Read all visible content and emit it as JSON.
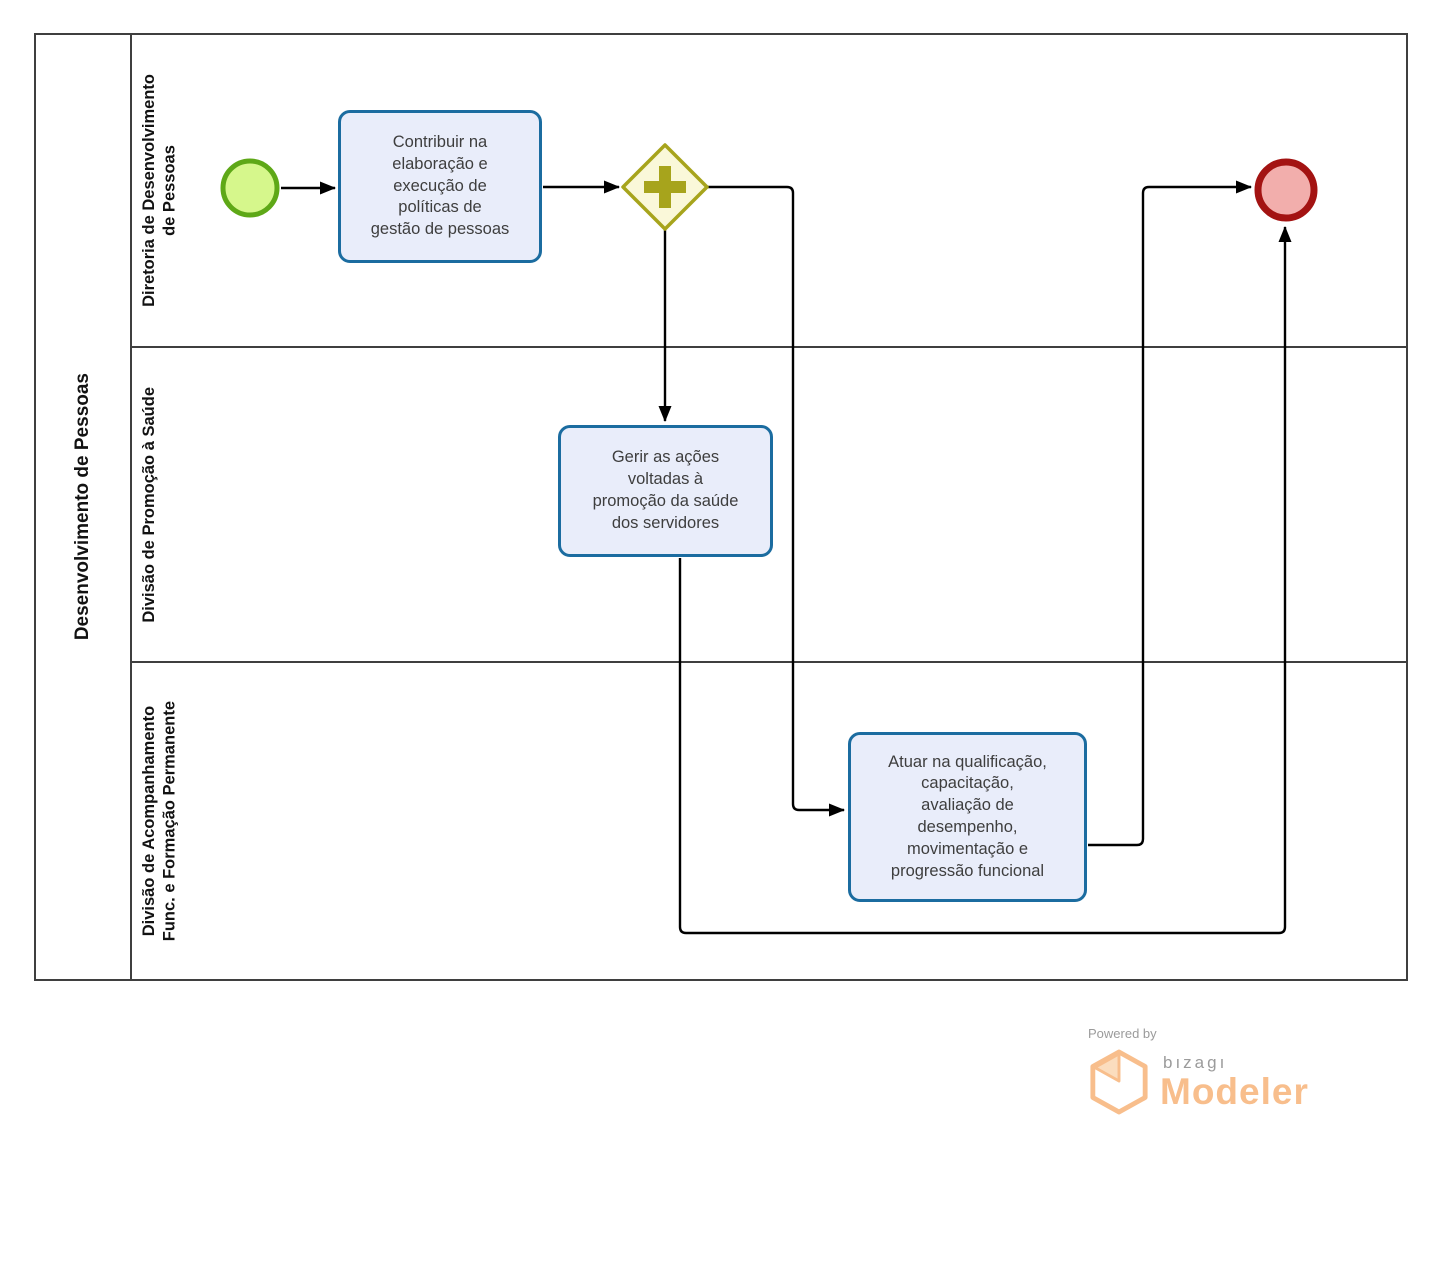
{
  "diagram": {
    "pool_title": "Desenvolvimento de Pessoas",
    "lanes": [
      {
        "label": "Diretoria de Desenvolvimento\nde Pessoas"
      },
      {
        "label": "Divisão de Promoção à Saúde"
      },
      {
        "label": "Divisão de Acompanhamento\nFunc. e Formação Permanente"
      }
    ],
    "nodes": {
      "task_contribute": {
        "label": "Contribuir na\nelaboração e\nexecução de\npolíticas de\ngestão de pessoas"
      },
      "task_health": {
        "label": "Gerir as ações\nvoltadas à\npromoção da saúde\ndos servidores"
      },
      "task_qualification": {
        "label": "Atuar na qualificação,\ncapacitação,\navaliação de\ndesempenho,\nmovimentação e\nprogressão funcional"
      }
    },
    "icons": {
      "parallel_gateway": "plus",
      "start_event": "green-circle",
      "end_event": "red-circle"
    }
  },
  "branding": {
    "powered_by": "Powered by",
    "brand": "bızagı",
    "product": "Modeler"
  },
  "colors": {
    "frame": "#3F3F3F",
    "connector": "#000000",
    "task_border": "#1B6CA0",
    "task_fill": "#E9EDFA",
    "task_text": "#3E3E3E",
    "start_border": "#5EA817",
    "start_fill": "#D6F78C",
    "gateway_border": "#A7A41C",
    "gateway_fill": "#FAF8D9",
    "end_border": "#A31312",
    "end_fill": "#F2AEAC",
    "brand_gray": "#9B9B9B",
    "brand_orange": "#F8BE8C",
    "brand_orange_light": "#FBDDBE"
  }
}
